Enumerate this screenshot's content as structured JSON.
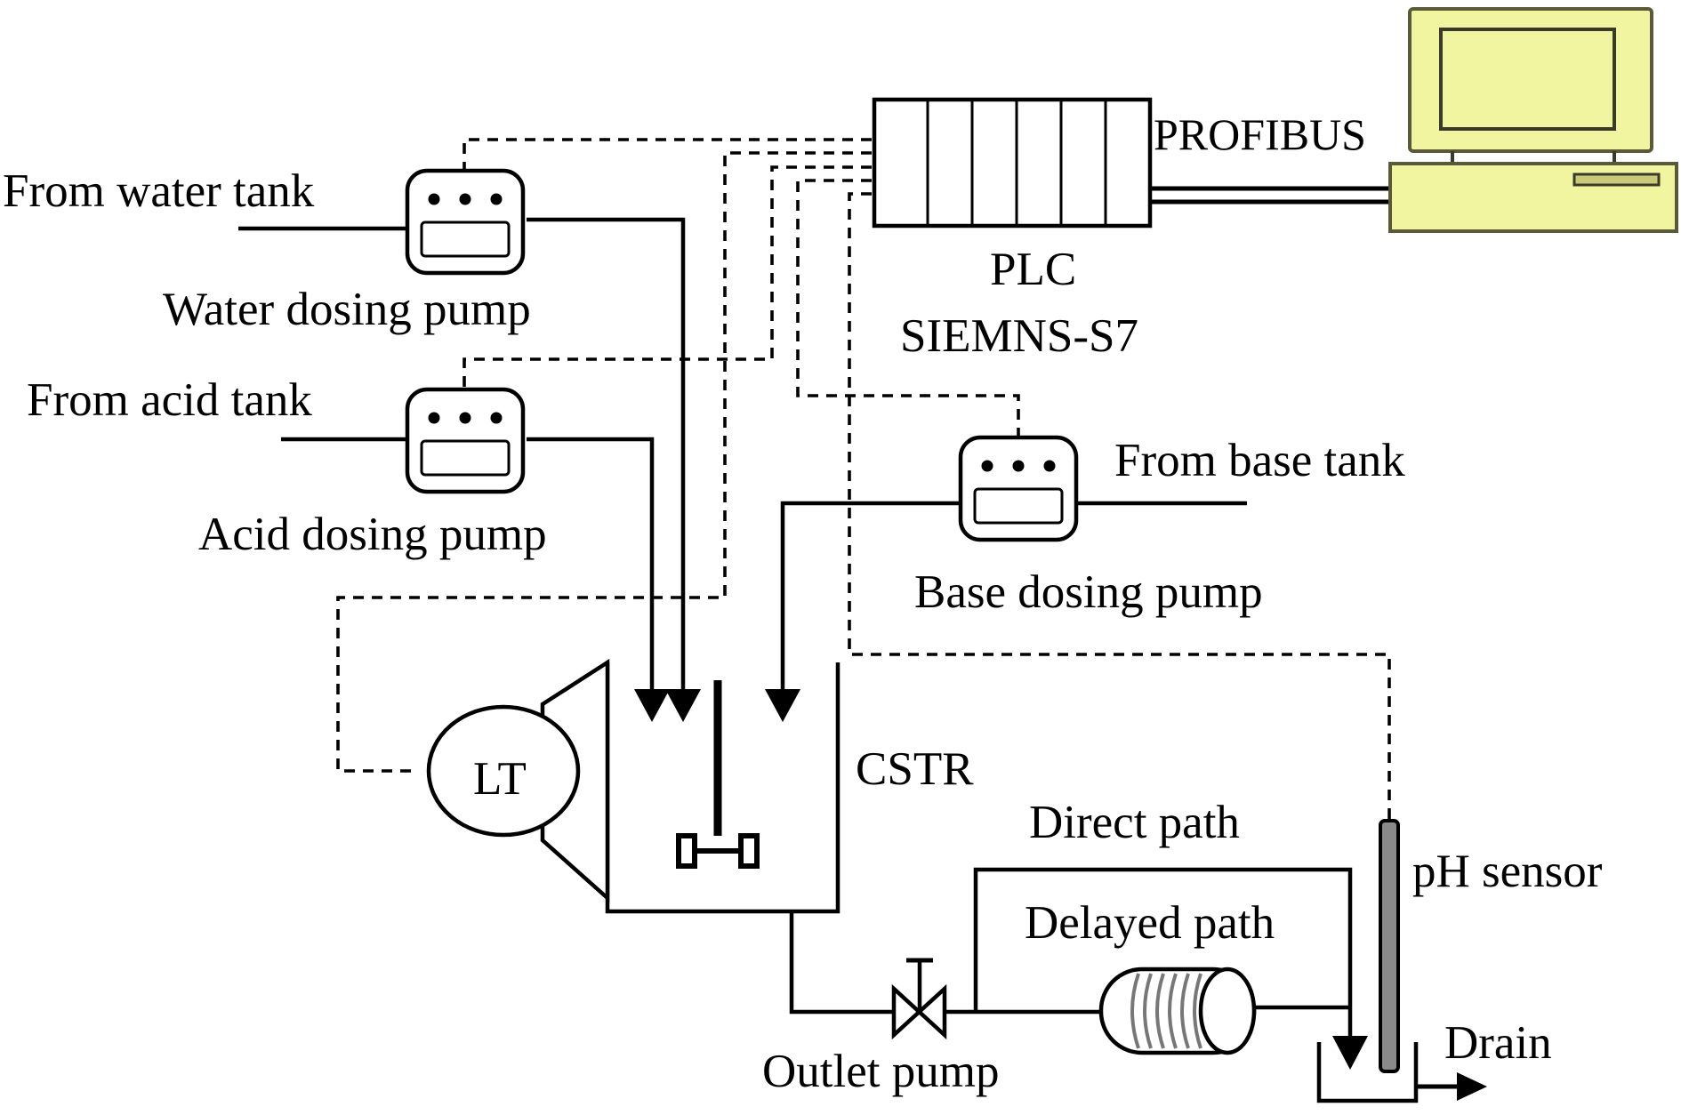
{
  "labels": {
    "from_water_tank": "From water tank",
    "water_dosing_pump": "Water dosing pump",
    "from_acid_tank": "From acid tank",
    "acid_dosing_pump": "Acid dosing pump",
    "from_base_tank": "From base tank",
    "base_dosing_pump": "Base dosing pump",
    "profibus": "PROFIBUS",
    "plc": "PLC",
    "plc_model": "SIEMNS-S7",
    "level_transmitter": "LT",
    "cstr": "CSTR",
    "direct_path": "Direct path",
    "delayed_path": "Delayed path",
    "ph_sensor": "pH sensor",
    "outlet_pump": "Outlet pump",
    "drain": "Drain"
  },
  "colors": {
    "computer_fill": "#f2f5a0",
    "computer_stroke": "#5a5a3a",
    "line": "#000000"
  },
  "icons": {
    "computer": "desktop-computer-icon",
    "plc": "plc-rack-icon",
    "pump": "dosing-pump-icon",
    "valve": "valve-icon",
    "delay": "delay-coil-icon",
    "sensor": "ph-probe-icon"
  }
}
